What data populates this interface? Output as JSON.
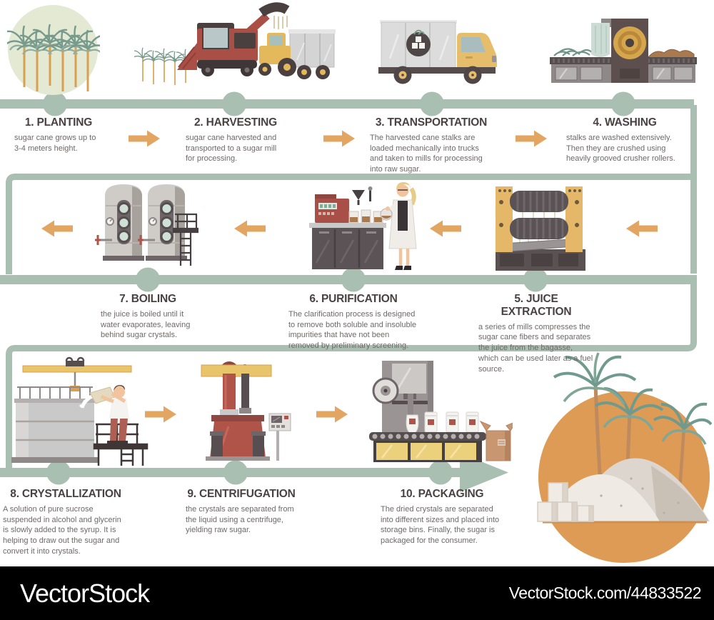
{
  "palette": {
    "timeline": "#a9bfb2",
    "arrow": "#e3a562",
    "title_color": "#4a4143",
    "body_color": "#6f6868",
    "footer_bg": "#000000",
    "footer_text": "#ffffff",
    "planting_circle": "#e3e9d3",
    "sugar_circle": "#dd9b55"
  },
  "steps": [
    {
      "number": 1,
      "title": "1. PLANTING",
      "description": "sugar cane grows up to 3-4 meters height.",
      "illustration": "sugar-cane-plants-in-circle"
    },
    {
      "number": 2,
      "title": "2. HARVESTING",
      "description": "sugar cane harvested and transported to a sugar mill for processing.",
      "illustration": "cane-harvester-loading-trailer"
    },
    {
      "number": 3,
      "title": "3. TRANSPORTATION",
      "description": "The harvested cane stalks are loaded mechanically into trucks and taken to mills for processing into raw sugar.",
      "illustration": "box-truck"
    },
    {
      "number": 4,
      "title": "4. WASHING",
      "description": "stalks are washed extensively. Then they are crushed using heavily grooved crusher rollers.",
      "illustration": "washing-conveyor-with-waterfall"
    },
    {
      "number": 5,
      "title": "5. JUICE EXTRACTION",
      "description": "a series of mills compresses the sugar cane fibers and separates the juice from the bagasse, which can be used later as a fuel source.",
      "illustration": "roller-mill-press"
    },
    {
      "number": 6,
      "title": "6. PURIFICATION",
      "description": "The clarification process is designed to remove both soluble and insoluble impurities that have not been removed by preliminary screening.",
      "illustration": "lab-bench-with-technician"
    },
    {
      "number": 7,
      "title": "7. BOILING",
      "description": "the juice is boiled until it water evaporates, leaving behind sugar crystals.",
      "illustration": "evaporator-tanks"
    },
    {
      "number": 8,
      "title": "8. CRYSTALLIZATION",
      "description": "A solution of pure sucrose suspended in alcohol and glycerin is slowly added to the syrup. It is helping to draw out the sugar and convert it into crystals.",
      "illustration": "worker-pouring-into-tank"
    },
    {
      "number": 9,
      "title": "9. CENTRIFUGATION",
      "description": "the crystals are separated from the liquid using a centrifuge, yielding raw sugar.",
      "illustration": "centrifuge-machine"
    },
    {
      "number": 10,
      "title": "10. PACKAGING",
      "description": "The dried crystals are separated into different sizes and placed into storage bins. Finally, the sugar is packaged for the consumer.",
      "illustration": "packing-line-with-box"
    }
  ],
  "footer": {
    "brand": "VectorStock",
    "watermark_url": "VectorStock.com/44833522"
  }
}
